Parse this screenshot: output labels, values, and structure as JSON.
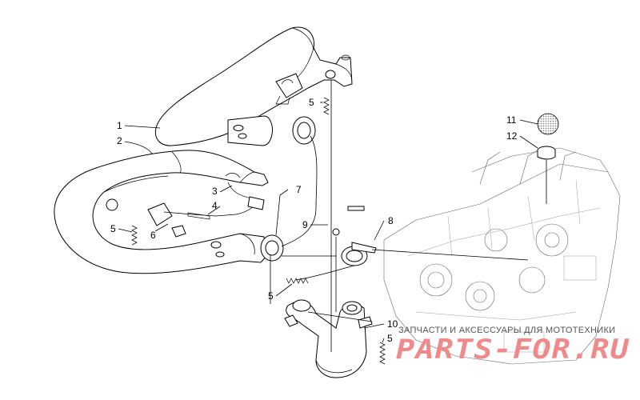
{
  "callouts": [
    {
      "id": "c1",
      "text": "1"
    },
    {
      "id": "c2",
      "text": "2"
    },
    {
      "id": "c3",
      "text": "3"
    },
    {
      "id": "c4",
      "text": "4"
    },
    {
      "id": "c5a",
      "text": "5"
    },
    {
      "id": "c5b",
      "text": "5"
    },
    {
      "id": "c5c",
      "text": "5"
    },
    {
      "id": "c5d",
      "text": "5"
    },
    {
      "id": "c6",
      "text": "6"
    },
    {
      "id": "c7",
      "text": "7"
    },
    {
      "id": "c8",
      "text": "8"
    },
    {
      "id": "c9",
      "text": "9"
    },
    {
      "id": "c10",
      "text": "10"
    },
    {
      "id": "c11",
      "text": "11"
    },
    {
      "id": "c12",
      "text": "12"
    }
  ],
  "watermark": {
    "subtitle": "ЗАПЧАСТИ И АКСЕССУАРЫ ДЛЯ МОТОТЕХНИКИ",
    "brand": "PARTS-FOR.RU"
  },
  "colors": {
    "line": "#000000",
    "engine": "#666666",
    "watermark": "#f08a8a"
  }
}
